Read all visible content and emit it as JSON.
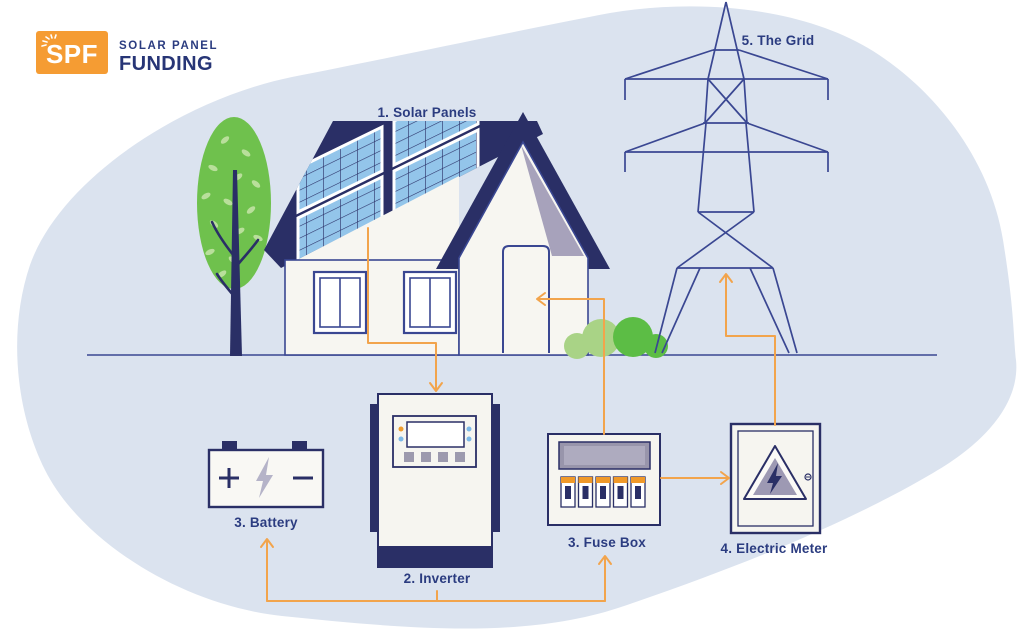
{
  "title": "Solar panel system diagram",
  "logo": {
    "monogram": "SPF",
    "line1": "SOLAR PANEL",
    "line2": "FUNDING"
  },
  "labels": {
    "solar_panels": "1. Solar Panels",
    "inverter": "2. Inverter",
    "battery": "3. Battery",
    "fuse_box": "3. Fuse Box",
    "electric_meter": "4. Electric Meter",
    "the_grid": "5. The Grid"
  },
  "connections": [
    {
      "from": "solar-panels",
      "to": "inverter"
    },
    {
      "from": "inverter",
      "to": "battery"
    },
    {
      "from": "inverter",
      "to": "fuse-box"
    },
    {
      "from": "fuse-box",
      "to": "house"
    },
    {
      "from": "fuse-box",
      "to": "electric-meter"
    },
    {
      "from": "electric-meter",
      "to": "the-grid"
    }
  ],
  "colors": {
    "navy_fill": "#2a2f66",
    "navy_line": "#3a4792",
    "text_navy": "#2b3c80",
    "wire_orange": "#f2a44c",
    "logo_orange": "#f59c33",
    "blob_blue": "#dbe3ef",
    "wall_white": "#f7f6f1",
    "panel_blue": "#93c5ea",
    "tree_green": "#6fc14d",
    "bush_light": "#a9d386",
    "bush_dark": "#5cbd45",
    "shadow_gray": "#a7a2bb"
  }
}
